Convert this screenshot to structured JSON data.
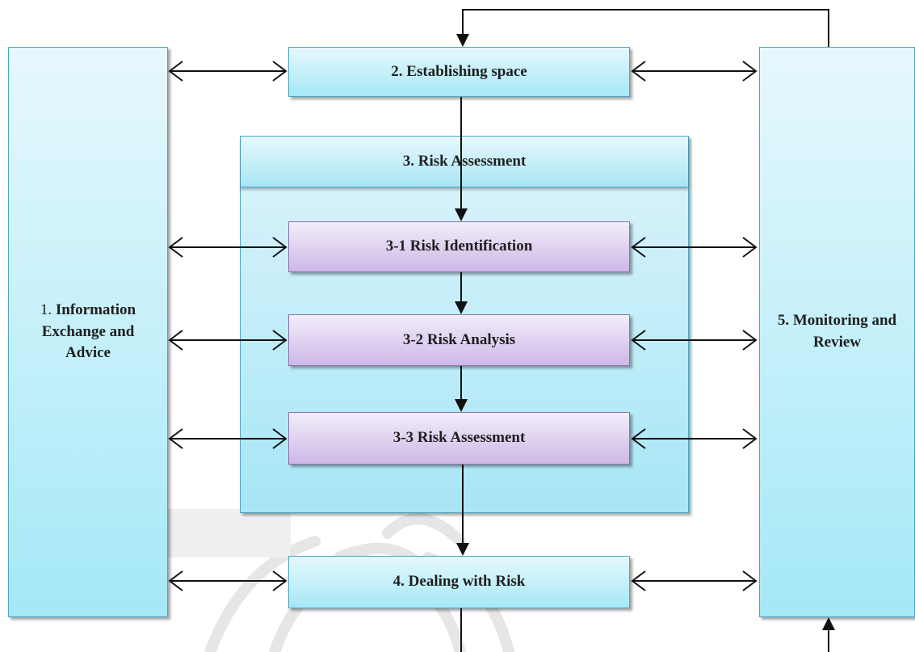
{
  "boxes": {
    "information_exchange": {
      "number": "1.",
      "label": "Information Exchange and Advice"
    },
    "establishing_space": {
      "label": "2. Establishing space"
    },
    "risk_assessment_group": {
      "label": "3. Risk Assessment"
    },
    "risk_identification": {
      "label": "3-1 Risk Identification"
    },
    "risk_analysis": {
      "label": "3-2 Risk Analysis"
    },
    "risk_assessment_step": {
      "label": "3-3 Risk Assessment"
    },
    "dealing_with_risk": {
      "label": "4. Dealing with Risk"
    },
    "monitoring_review": {
      "label": "5. Monitoring and Review"
    }
  },
  "colors": {
    "blue_box_top": "#e6f8fd",
    "blue_box_bottom": "#a5e8f7",
    "purple_box_top": "#f3edfb",
    "purple_box_bottom": "#cdb8e6",
    "arrow": "#111111"
  },
  "watermark": {
    "icon": "university-emblem-icon"
  }
}
